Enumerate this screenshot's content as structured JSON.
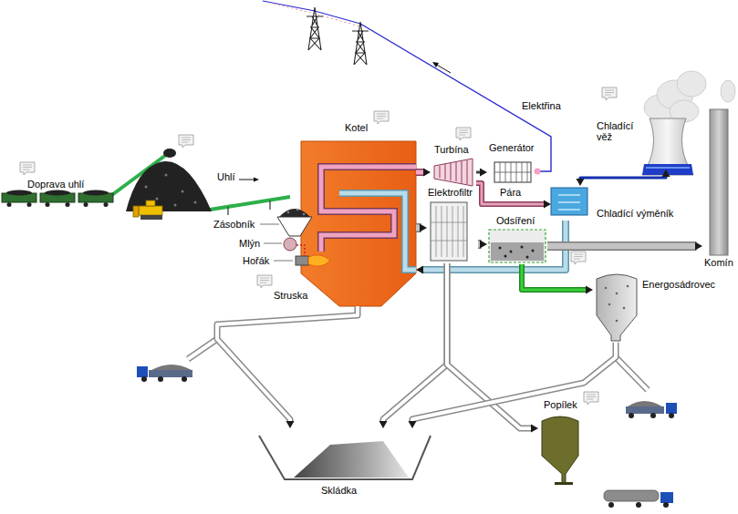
{
  "diagram": {
    "nodes": [
      {
        "text": [
          "Doprava uhlí"
        ]
      },
      {
        "text": [
          "Kotel"
        ]
      },
      {
        "text": [
          "Turbína"
        ]
      },
      {
        "text": [
          "Generátor"
        ]
      },
      {
        "text": [
          "Elektrofiltr"
        ]
      },
      {
        "text": [
          "Odsíření"
        ]
      },
      {
        "text": [
          "Chladící výměník"
        ]
      },
      {
        "text": [
          "Chladící věž"
        ]
      },
      {
        "text": [
          "Komín"
        ]
      },
      {
        "text": [
          "Energosádrovec"
        ]
      },
      {
        "text": [
          "Popílek"
        ]
      },
      {
        "text": [
          "Skládka"
        ]
      }
    ],
    "edges": [
      {
        "from": 1,
        "to": 2,
        "arrow": "to"
      },
      {
        "from": 2,
        "to": 3,
        "arrow": "to"
      },
      {
        "from": 2,
        "to": 6,
        "arrow": "to"
      },
      {
        "from": 6,
        "to": 1,
        "arrow": "to"
      },
      {
        "from": 1,
        "to": 4,
        "arrow": "to"
      },
      {
        "from": 4,
        "to": 5,
        "arrow": "to"
      },
      {
        "from": 5,
        "to": 8,
        "arrow": "to"
      },
      {
        "from": 5,
        "to": 9,
        "arrow": "to"
      },
      {
        "from": 6,
        "to": 7,
        "arrow": "both"
      },
      {
        "from": 1,
        "to": 11,
        "arrow": "to"
      },
      {
        "from": 4,
        "to": 11,
        "arrow": "to"
      },
      {
        "from": 4,
        "to": 10,
        "arrow": "to"
      },
      {
        "from": 9,
        "to": 11,
        "arrow": "to"
      }
    ],
    "labels": [
      "Elektřina",
      "Uhlí",
      "Zásobník",
      "Mlýn",
      "Hořák",
      "Pára",
      "Struska"
    ]
  }
}
